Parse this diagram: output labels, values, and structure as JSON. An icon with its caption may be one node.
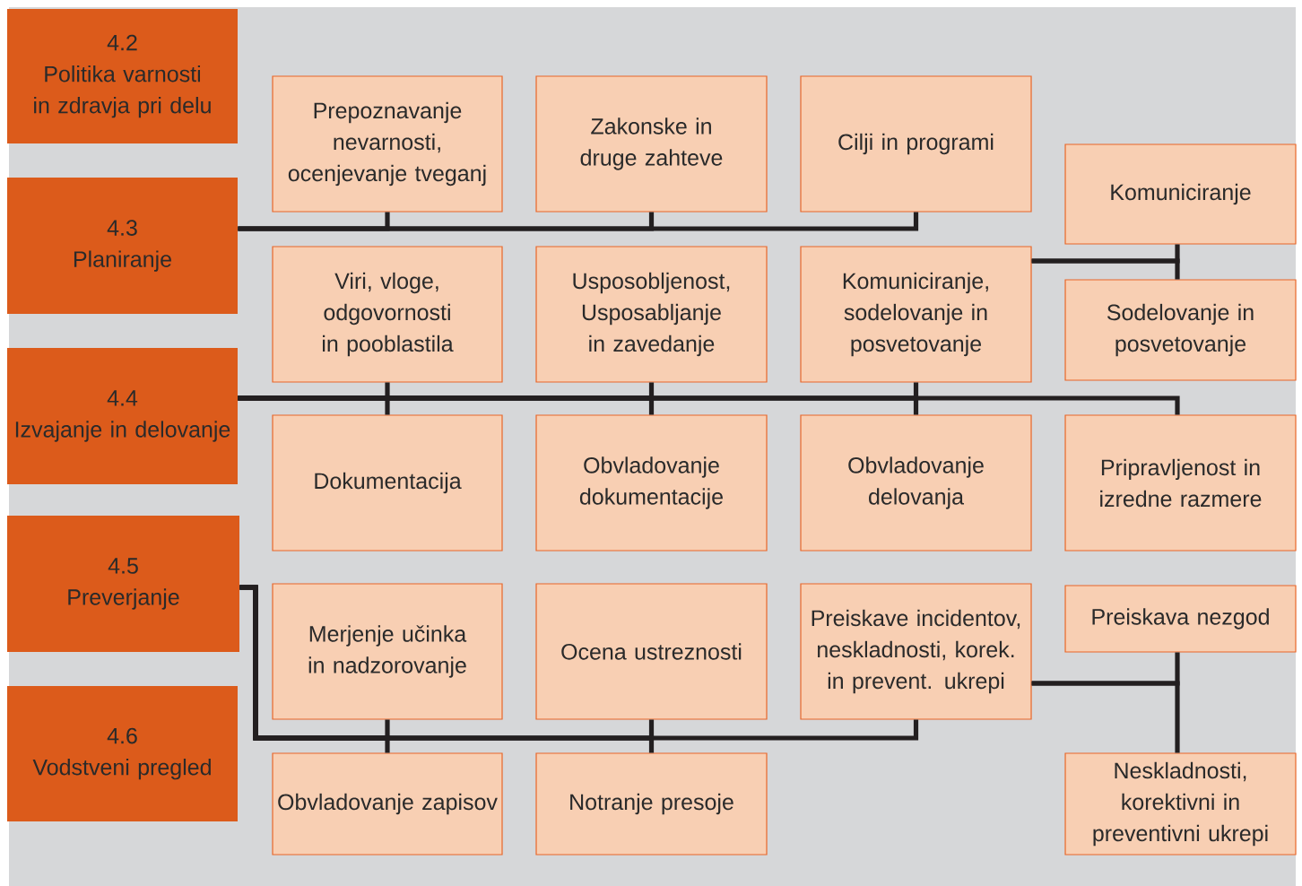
{
  "diagram": {
    "nodes": [
      {
        "text": [
          "4.2",
          "Politika varnosti in zdravja pri delu"
        ]
      },
      {
        "text": [
          "4.3",
          "Planiranje"
        ]
      },
      {
        "text": [
          "4.4",
          "Izvajanje in delovanje"
        ]
      },
      {
        "text": [
          "4.5",
          "Preverjanje"
        ]
      },
      {
        "text": [
          "4.6",
          "Vodstveni pregled"
        ]
      },
      {
        "text": [
          "Prepoznavanje nevarnosti, ocenjevanje tveganj"
        ]
      },
      {
        "text": [
          "Zakonske in druge zahteve"
        ]
      },
      {
        "text": [
          "Cilji in programi"
        ]
      },
      {
        "text": [
          "Komuniciranje"
        ]
      },
      {
        "text": [
          "Viri, vloge, odgovornosti in pooblastila"
        ]
      },
      {
        "text": [
          "Usposobljenost, Usposabljanje in zavedanje"
        ]
      },
      {
        "text": [
          "Komuniciranje, sodelovanje in posvetovanje"
        ]
      },
      {
        "text": [
          "Sodelovanje in posvetovanje"
        ]
      },
      {
        "text": [
          "Dokumentacija"
        ]
      },
      {
        "text": [
          "Obvladovanje dokumentacije"
        ]
      },
      {
        "text": [
          "Obvladovanje delovanja"
        ]
      },
      {
        "text": [
          "Pripravljenost in izredne razmere"
        ]
      },
      {
        "text": [
          "Merjenje učinka in nadzorovanje"
        ]
      },
      {
        "text": [
          "Ocena ustreznosti"
        ]
      },
      {
        "text": [
          "Preiskave incidentov, neskladnosti, korek. in prevent. ukrepi"
        ]
      },
      {
        "text": [
          "Preiskava nezgod"
        ]
      },
      {
        "text": [
          "Obvladovanje zapisov"
        ]
      },
      {
        "text": [
          "Notranje presoje"
        ]
      },
      {
        "text": [
          "Neskladnosti, korektivni in preventivni ukrepi"
        ]
      }
    ],
    "edges": [
      {
        "from": 1,
        "to": 5,
        "arrow": "none"
      },
      {
        "from": 1,
        "to": 6,
        "arrow": "none"
      },
      {
        "from": 1,
        "to": 7,
        "arrow": "none"
      },
      {
        "from": 11,
        "to": 8,
        "arrow": "none"
      },
      {
        "from": 11,
        "to": 12,
        "arrow": "none"
      },
      {
        "from": 2,
        "to": 9,
        "arrow": "none"
      },
      {
        "from": 2,
        "to": 10,
        "arrow": "none"
      },
      {
        "from": 2,
        "to": 11,
        "arrow": "none"
      },
      {
        "from": 2,
        "to": 13,
        "arrow": "none"
      },
      {
        "from": 2,
        "to": 14,
        "arrow": "none"
      },
      {
        "from": 2,
        "to": 15,
        "arrow": "none"
      },
      {
        "from": 2,
        "to": 16,
        "arrow": "none"
      },
      {
        "from": 3,
        "to": 17,
        "arrow": "none"
      },
      {
        "from": 3,
        "to": 18,
        "arrow": "none"
      },
      {
        "from": 3,
        "to": 19,
        "arrow": "none"
      },
      {
        "from": 3,
        "to": 21,
        "arrow": "none"
      },
      {
        "from": 3,
        "to": 22,
        "arrow": "none"
      },
      {
        "from": 19,
        "to": 20,
        "arrow": "none"
      },
      {
        "from": 19,
        "to": 23,
        "arrow": "none"
      }
    ]
  }
}
